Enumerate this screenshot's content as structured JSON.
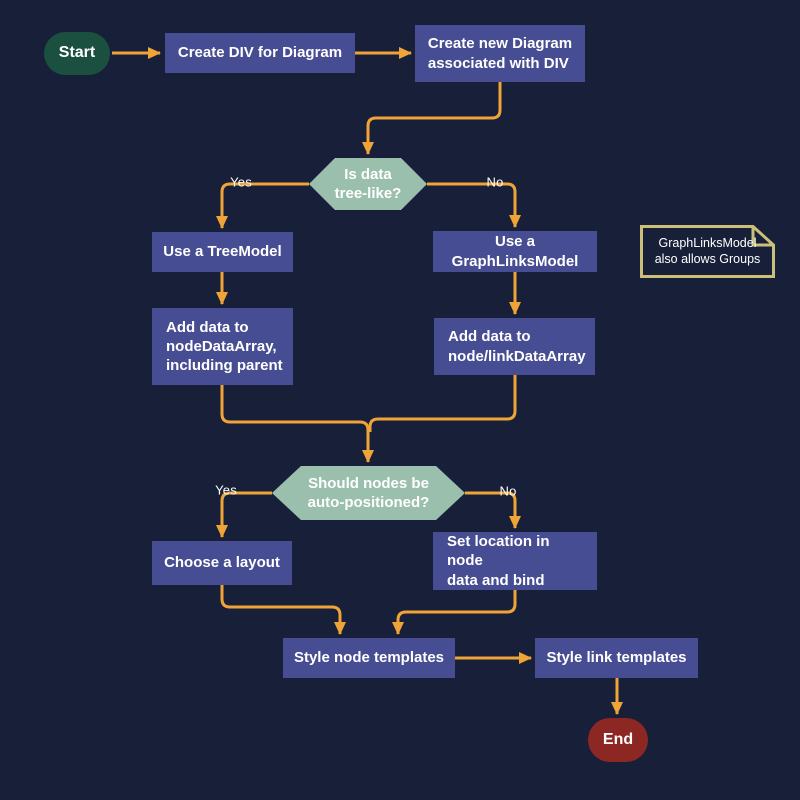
{
  "colors": {
    "background": "#172038",
    "node": "#474d92",
    "decision": "#9bbfad",
    "connector": "#f0a437",
    "start": "#1b5040",
    "end": "#8c2723",
    "note_border": "#cbbf79",
    "text": "#ffffff"
  },
  "nodes": {
    "start": {
      "label": "Start"
    },
    "create_div": {
      "label": "Create DIV for Diagram"
    },
    "create_diagram": {
      "line1": "Create new Diagram",
      "line2": "associated with DIV"
    },
    "is_tree": {
      "line1": "Is data",
      "line2": "tree-like?"
    },
    "use_treemodel": {
      "label": "Use a TreeModel"
    },
    "use_graphlinksmodel": {
      "label": "Use a GraphLinksModel"
    },
    "note": {
      "line1": "GraphLinksModel",
      "line2": "also allows Groups"
    },
    "add_node_data": {
      "line1": "Add data to",
      "line2": "nodeDataArray,",
      "line3": "including parent"
    },
    "add_link_data": {
      "line1": "Add data to",
      "line2": "node/linkDataArray"
    },
    "auto_positioned": {
      "line1": "Should nodes be",
      "line2": "auto-positioned?"
    },
    "choose_layout": {
      "label": "Choose a layout"
    },
    "set_location": {
      "line1": "Set location in node",
      "line2": "data and bind"
    },
    "style_node": {
      "label": "Style node templates"
    },
    "style_link": {
      "label": "Style link templates"
    },
    "end": {
      "label": "End"
    }
  },
  "edge_labels": {
    "tree_yes": "Yes",
    "tree_no": "No",
    "auto_yes": "Yes",
    "auto_no": "No"
  }
}
